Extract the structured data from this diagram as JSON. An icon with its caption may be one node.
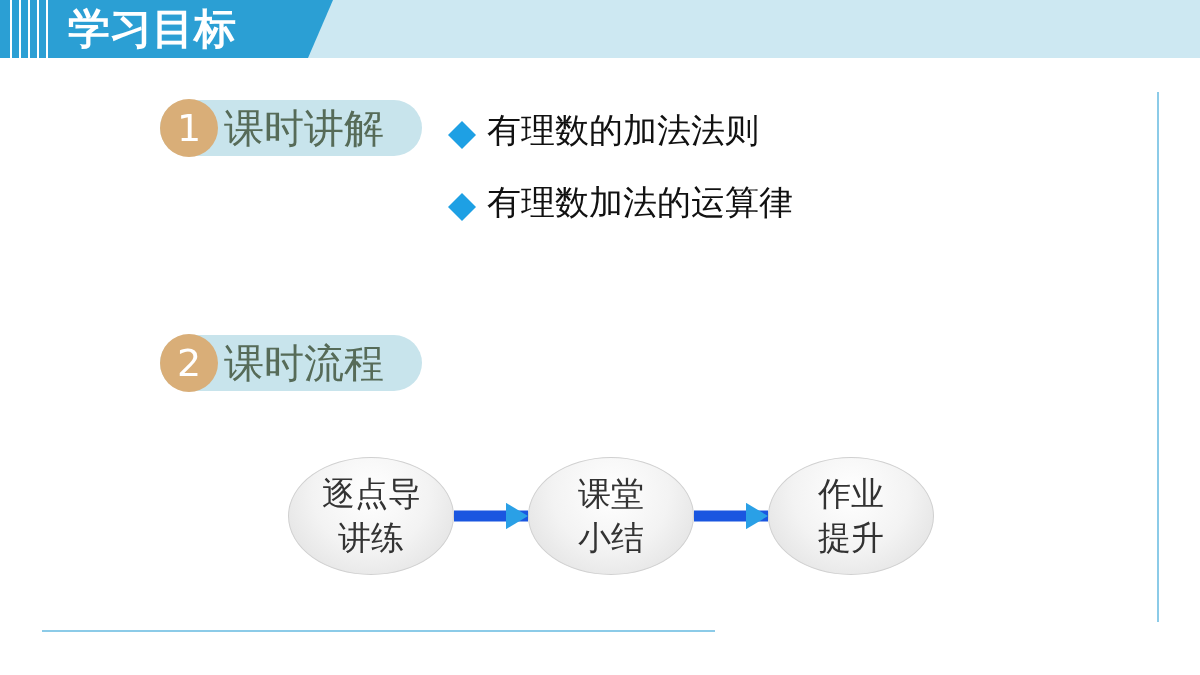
{
  "diagram": {
    "title": "学习目标",
    "nodes": [
      {
        "text": [
          "1",
          "课时讲解"
        ]
      },
      {
        "text": [
          "2",
          "课时流程"
        ]
      },
      {
        "text": [
          "逐点导讲练"
        ]
      },
      {
        "text": [
          "课堂小结"
        ]
      },
      {
        "text": [
          "作业提升"
        ]
      }
    ],
    "edges": [
      {
        "from": 2,
        "to": 3,
        "arrow": "to"
      },
      {
        "from": 3,
        "to": 4,
        "arrow": "to"
      }
    ],
    "labels": [
      "有理数的加法法则",
      "有理数加法的运算律"
    ]
  }
}
